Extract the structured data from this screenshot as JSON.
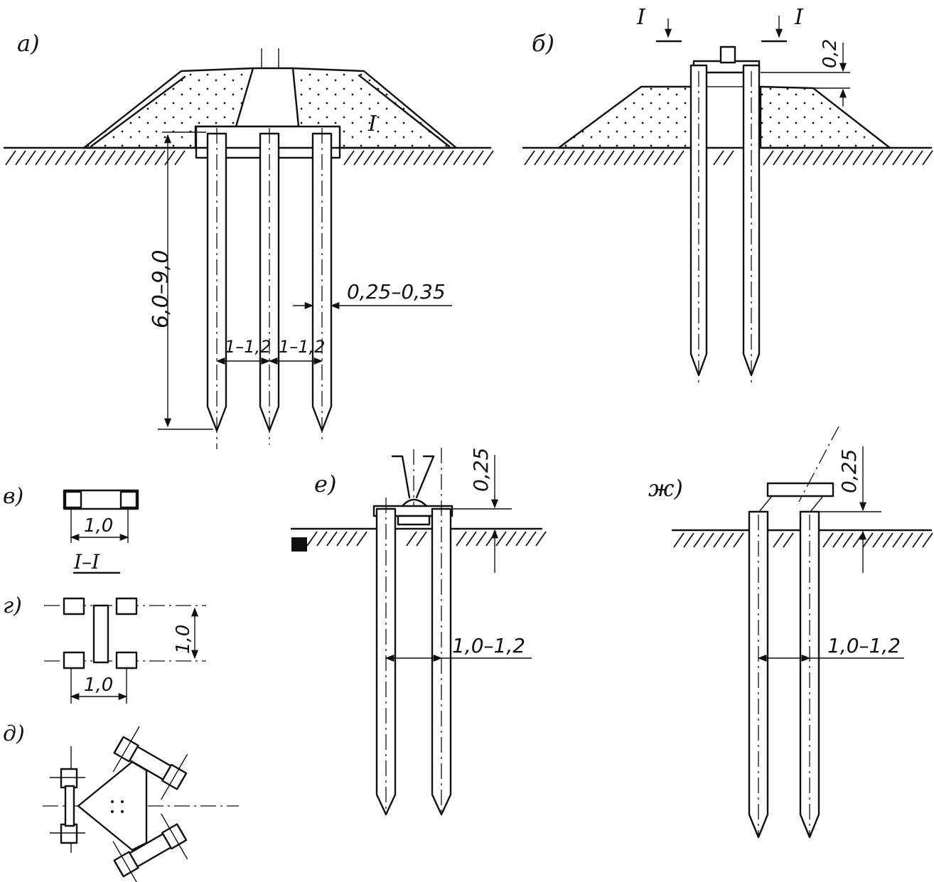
{
  "panels": {
    "a": {
      "label": "а)",
      "zone": "I",
      "height_dim": "6,0–9,0",
      "spacing_1": "1–1,2",
      "spacing_2": "1–1,2",
      "diameter": "0,25–0,35"
    },
    "b": {
      "label": "б)",
      "section_mark_left": "I",
      "section_mark_right": "I",
      "offset": "0,2"
    },
    "v": {
      "label": "в)",
      "width": "1,0",
      "section_title": "I–I"
    },
    "g": {
      "label": "г)",
      "width": "1,0",
      "height": "1,0"
    },
    "d": {
      "label": "д)"
    },
    "e": {
      "label": "е)",
      "offset": "0,25",
      "spacing": "1,0–1,2"
    },
    "zh": {
      "label": "ж)",
      "offset": "0,25",
      "spacing": "1,0–1,2"
    }
  }
}
